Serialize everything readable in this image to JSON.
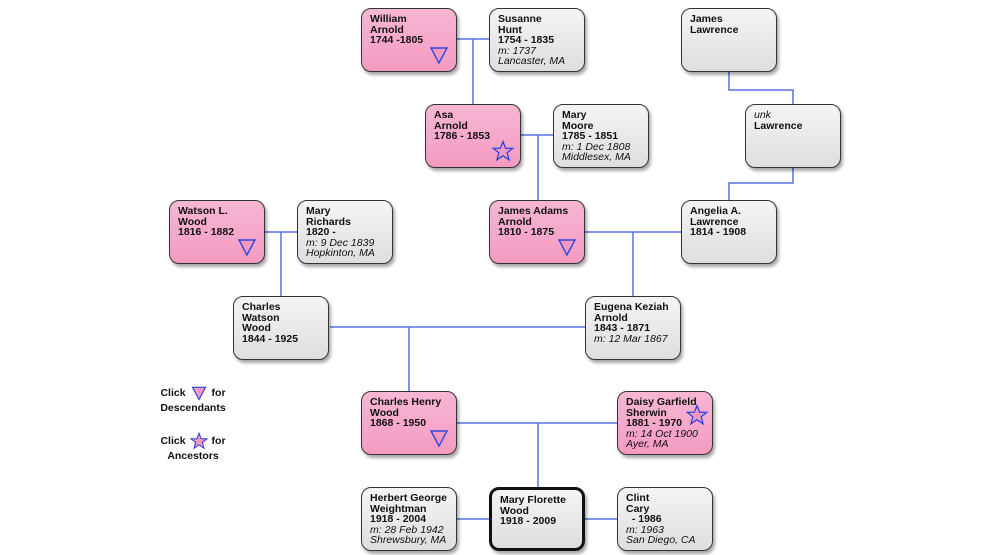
{
  "colors": {
    "line": "#5a6ee6",
    "ancestor_fill": "#f49ac1",
    "neutral_fill": "#e6e6e6"
  },
  "people": {
    "william": {
      "name1": "William",
      "name2": "Arnold",
      "dates": "1744 -1805"
    },
    "susanne": {
      "name1": "Susanne",
      "name2": "Hunt",
      "dates": "1754 - 1835",
      "marriage": "m: 1737",
      "place": "Lancaster, MA"
    },
    "james_l": {
      "name1": "James",
      "name2": "Lawrence"
    },
    "asa": {
      "name1": "Asa",
      "name2": "Arnold",
      "dates": "1786 - 1853"
    },
    "mary_m": {
      "name1": "Mary",
      "name2": "Moore",
      "dates": "1785 - 1851",
      "marriage": "m: 1 Dec 1808",
      "place": "Middlesex, MA"
    },
    "unk": {
      "prefix": "unk",
      "name": "Lawrence"
    },
    "watson": {
      "name1": "Watson L.",
      "name2": "Wood",
      "dates": "1816 - 1882"
    },
    "mary_r": {
      "name1": "Mary",
      "name2": "Richards",
      "dates": "1820 -",
      "marriage": "m: 9 Dec 1839",
      "place": "Hopkinton, MA"
    },
    "james_a": {
      "name1": "James Adams",
      "name2": "Arnold",
      "dates": "1810 - 1875"
    },
    "angelia": {
      "name1": "Angelia A.",
      "name2": "Lawrence",
      "dates": "1814 - 1908"
    },
    "charles_w": {
      "name1": "Charles Watson",
      "name2": "Wood",
      "dates": "1844 - 1925"
    },
    "eugena": {
      "name1": "Eugena Keziah",
      "name2": "Arnold",
      "dates": "1843 - 1871",
      "marriage": "m: 12 Mar 1867"
    },
    "charles_h": {
      "name1": "Charles Henry",
      "name2": "Wood",
      "dates": "1868 - 1950"
    },
    "daisy": {
      "name1": "Daisy Garfield",
      "name2": "Sherwin",
      "dates": "1881 - 1970",
      "marriage": "m: 14 Oct 1900",
      "place": "Ayer, MA"
    },
    "herbert": {
      "name1": "Herbert George",
      "name2": "Weightman",
      "dates": "1918 - 2004",
      "marriage": "m: 28 Feb 1942",
      "place": "Shrewsbury, MA"
    },
    "mary_f": {
      "name1": "Mary Florette",
      "name2": "Wood",
      "dates": "1918 - 2009"
    },
    "clint": {
      "name1": "Clint",
      "name2": "Cary",
      "dates": "  - 1986",
      "marriage": "m: 1963",
      "place": "San Diego, CA"
    }
  },
  "legend": {
    "descendants": {
      "click": "Click",
      "for": "for",
      "label": "Descendants"
    },
    "ancestors": {
      "click": "Click",
      "for": "for",
      "label": "Ancestors"
    }
  }
}
